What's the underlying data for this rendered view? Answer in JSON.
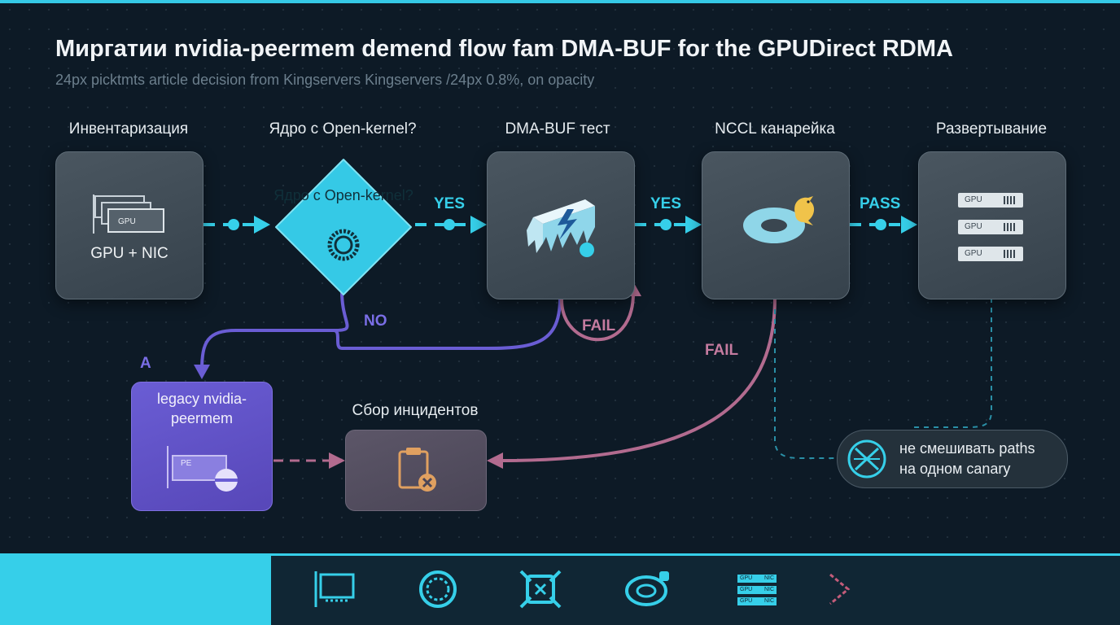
{
  "header": {
    "title": "Миргатии nvidia-peermem demend flow fam DMA-BUF for the GPUDirect RDMA",
    "subtitle": "24px picktmts article decision from Kingservers Kingservers /24px 0.8%, on opacity"
  },
  "steps": [
    {
      "label": "Инвентаризация",
      "card_text": "GPU + NIC",
      "icon": "gpu-nic-cards-icon"
    },
    {
      "label": "Ядро с Open-kernel?",
      "card_text": "Ядро с Open-kernel?",
      "icon": "gear-ring-icon"
    },
    {
      "label": "DMA-BUF тест",
      "icon": "frozen-lightning-icon"
    },
    {
      "label": "NCCL канарейка",
      "icon": "canary-ring-icon"
    },
    {
      "label": "Развертывание",
      "icon": "gpu-rack-icon",
      "gpu_tags": [
        "GPU",
        "GPU",
        "GPU"
      ]
    }
  ],
  "edges": {
    "yes_1": "YES",
    "yes_2": "YES",
    "pass": "PASS",
    "no": "NO",
    "fail_dmabuf": "FAIL",
    "fail_nccl": "FAIL"
  },
  "legacy": {
    "marker": "A",
    "title": "legacy nvidia-peermem",
    "card_tag": "PE"
  },
  "incident": {
    "label": "Сбор инцидентов",
    "icon": "clipboard-x-icon"
  },
  "note": {
    "line1": "не смешивать paths",
    "line2": "на одном canary",
    "icon": "no-crossing-icon"
  },
  "bottom_nav": {
    "icons": [
      "gpu-card-icon",
      "gear-ring-icon",
      "cross-cpu-icon",
      "ring-toggle-icon",
      "server-stack-icon",
      "chevron-right-icon"
    ],
    "rack_tags": [
      "GPU",
      "NIC"
    ]
  },
  "colors": {
    "accent": "#36cfe9",
    "purple": "#6a5dd4",
    "fail": "#b26b8f",
    "card": "#424e58",
    "background": "#0d1a26"
  }
}
